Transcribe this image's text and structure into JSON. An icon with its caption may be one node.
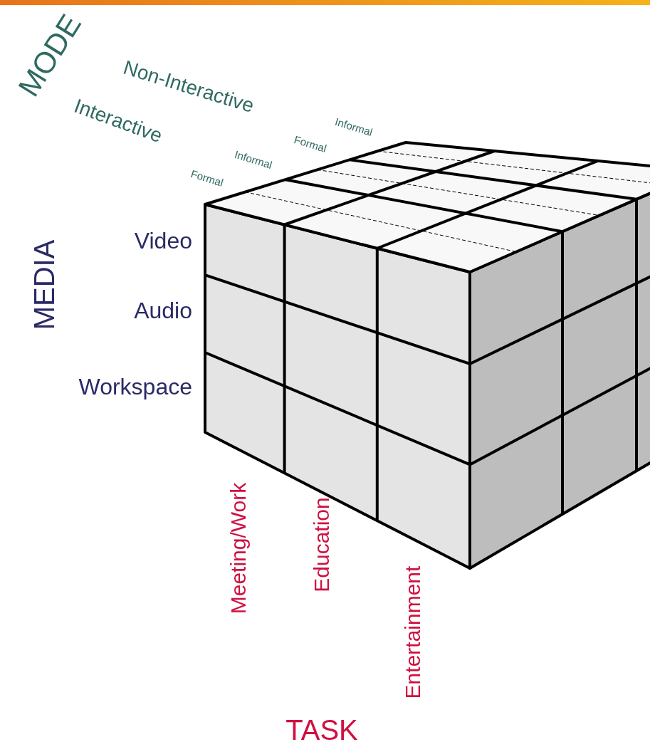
{
  "diagram": {
    "labels": [
      "MODE",
      "Non-Interactive",
      "Informal",
      "Interactive",
      "Formal",
      "Informal",
      "Formal",
      "MEDIA",
      "Video",
      "Audio",
      "Workspace",
      "Meeting/Work",
      "Education",
      "Entertainment",
      "TASK"
    ]
  }
}
